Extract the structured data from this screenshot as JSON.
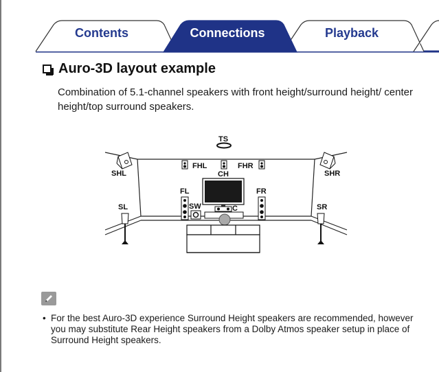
{
  "tabs": [
    {
      "label": "Contents",
      "active": false
    },
    {
      "label": "Connections",
      "active": true
    },
    {
      "label": "Playback",
      "active": false
    }
  ],
  "colors": {
    "tab_active": "#1f3387",
    "tab_text": "#243a8f",
    "tab_border": "#333333"
  },
  "section": {
    "heading": "Auro-3D layout example",
    "description": "Combination of 5.1-channel speakers with front height/surround height/ center height/top surround speakers."
  },
  "diagram": {
    "labels": {
      "ts": "TS",
      "fhl": "FHL",
      "ch": "CH",
      "fhr": "FHR",
      "shl": "SHL",
      "shr": "SHR",
      "fl": "FL",
      "fr": "FR",
      "sl": "SL",
      "sr": "SR",
      "sw": "SW",
      "c": "C"
    }
  },
  "note": {
    "icon": "pencil-icon",
    "text": "For the best Auro-3D experience Surround Height speakers are recommended, however you may substitute Rear Height speakers from a Dolby Atmos speaker setup in place of Surround Height speakers."
  }
}
